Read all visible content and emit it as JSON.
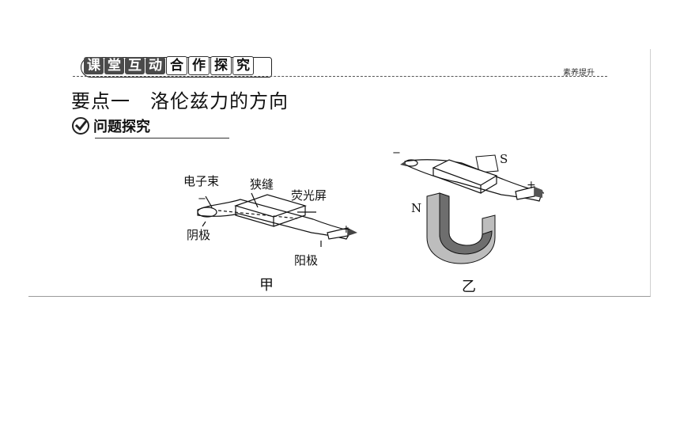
{
  "banner": {
    "chars": [
      "课",
      "堂",
      "互",
      "动",
      "合",
      "作",
      "探",
      "究"
    ],
    "dark_count": 4
  },
  "tag": "素养提升",
  "heading": "要点一　洛伦兹力的方向",
  "subheading": "问题探究",
  "figure_left": {
    "caption": "甲",
    "labels": {
      "beam": "电子束",
      "slit": "狭缝",
      "screen": "荧光屏",
      "cathode": "阴极",
      "anode": "阳极",
      "minus": "−",
      "plus": "+"
    }
  },
  "figure_right": {
    "caption": "乙",
    "labels": {
      "south": "S",
      "north": "N",
      "minus": "−",
      "plus": "+"
    }
  },
  "colors": {
    "magnet_dark": "#6e6e6e",
    "magnet_light": "#bdbdbd",
    "ink": "#111111"
  }
}
